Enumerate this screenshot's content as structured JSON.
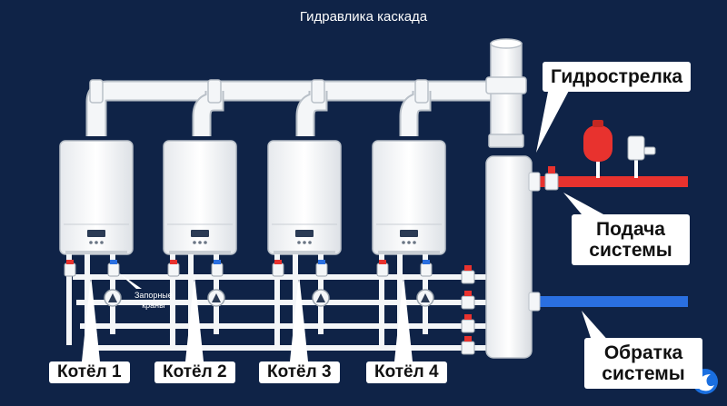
{
  "title": "Гидравлика каскада",
  "boilers": [
    {
      "label": "Котёл 1"
    },
    {
      "label": "Котёл 2"
    },
    {
      "label": "Котёл 3"
    },
    {
      "label": "Котёл 4"
    }
  ],
  "hydro_arrow": {
    "label": "Гидрострелка"
  },
  "supply": {
    "line1": "Подача",
    "line2": "системы",
    "color": "#e8322e"
  },
  "return": {
    "line1": "Обратка",
    "line2": "системы",
    "color": "#2a6fe0"
  },
  "valves_note": {
    "line1": "Запорные",
    "line2": "краны"
  },
  "colors": {
    "background": "#0f2347",
    "pipe": "#ffffff",
    "boiler_body": "#f4f6f8"
  }
}
